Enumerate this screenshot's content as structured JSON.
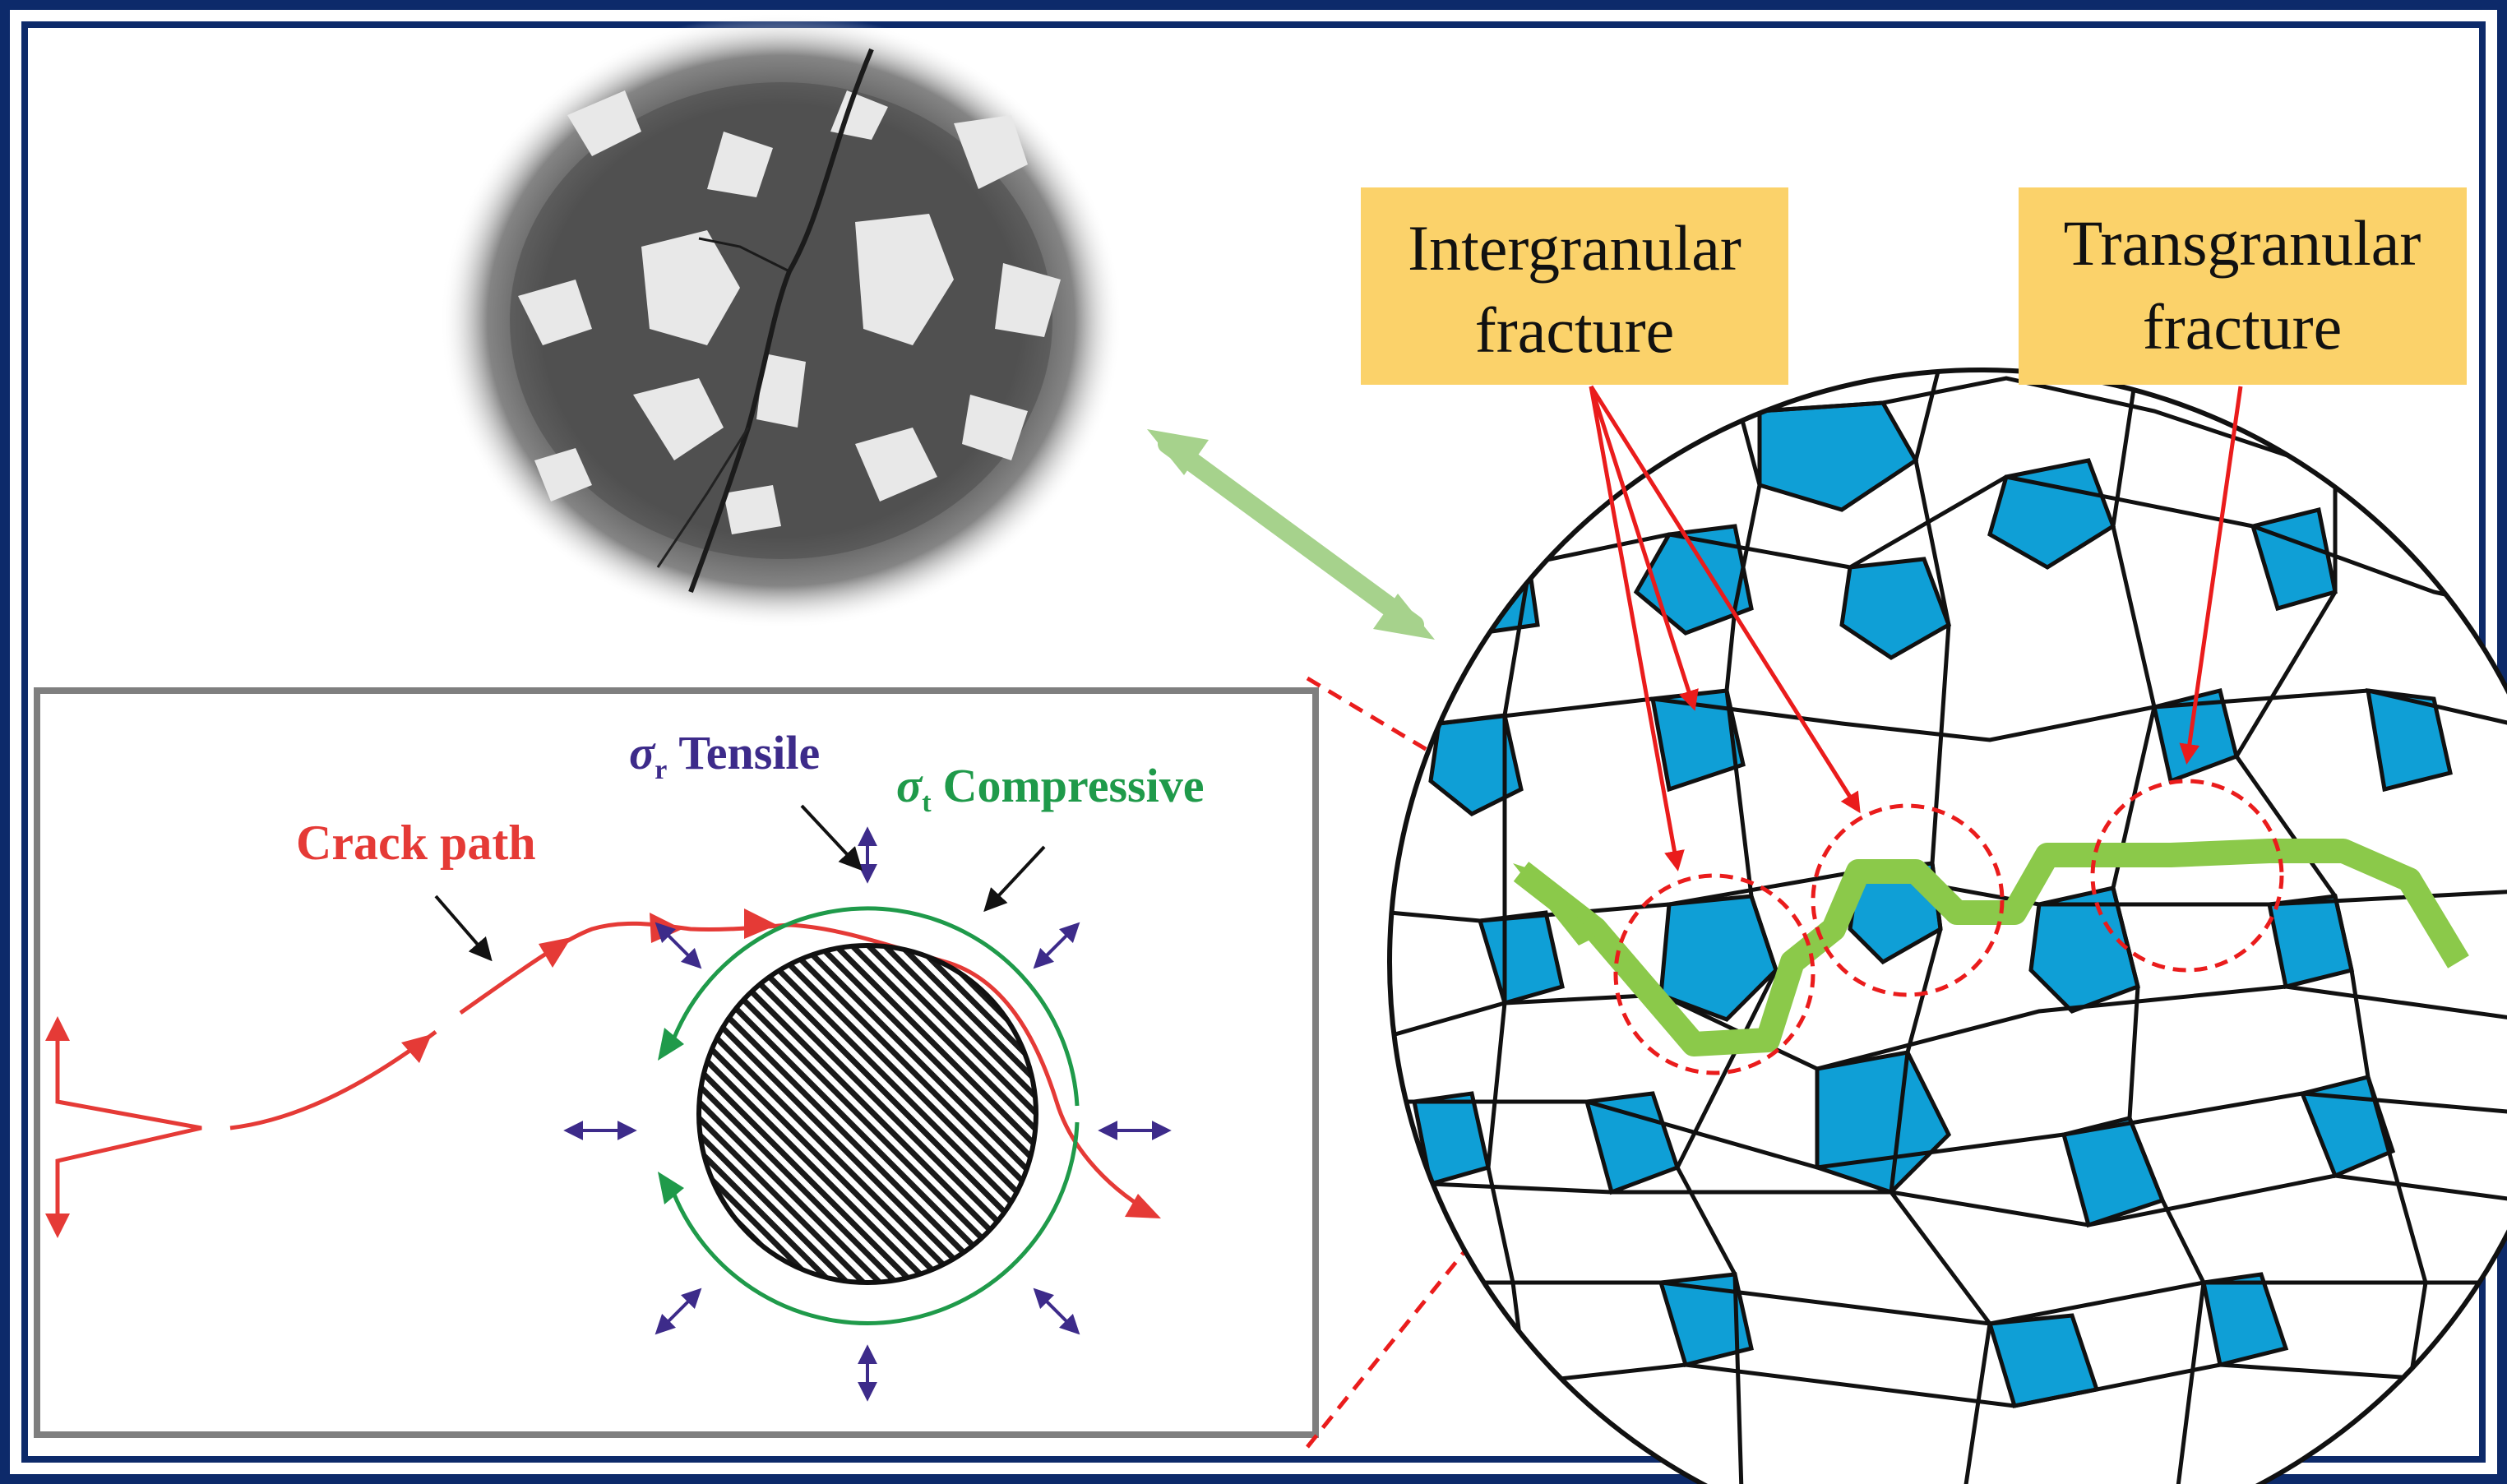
{
  "colors": {
    "frame": "#0d2a6a",
    "crack": "#e53a36",
    "tensile": "#3d2b8a",
    "compressive": "#1f9a4a",
    "grain_blue": "#0f9fd6",
    "crack_green": "#8bc94a",
    "callout_bg": "#fbd26a",
    "arrow_green": "#a6d28c",
    "annotation_red": "#ea1c1c"
  },
  "labels": {
    "sigma": "σ",
    "sub_r": "r",
    "sub_t": "t",
    "tensile": "Tensile",
    "compressive": "Compressive",
    "crack_path": "Crack path"
  },
  "callouts": {
    "intergranular": {
      "line1": "Intergranular",
      "line2": "fracture"
    },
    "transgranular": {
      "line1": "Transgranular",
      "line2": "fracture"
    }
  },
  "icons": {
    "micrograph": "sem-micrograph-image",
    "particle": "hatched-particle-icon",
    "link": "double-headed-arrow-icon"
  }
}
